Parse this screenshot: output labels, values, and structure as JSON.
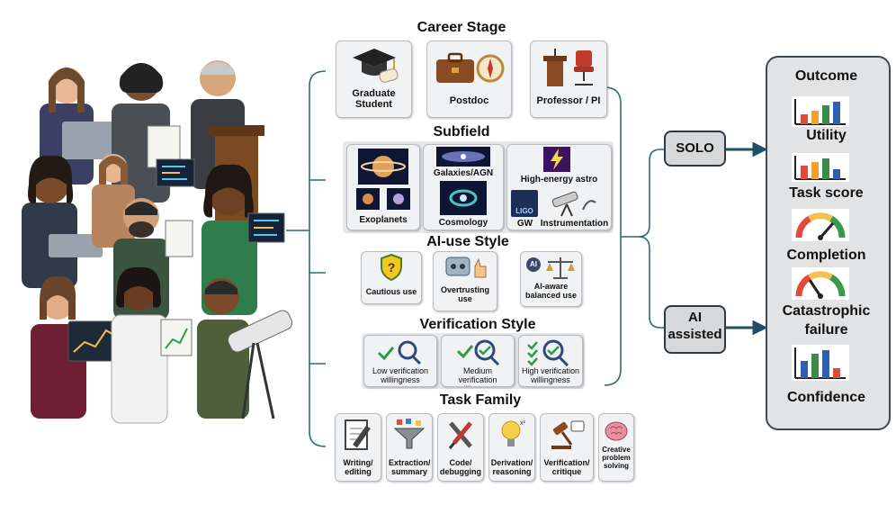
{
  "center": {
    "career_stage": {
      "heading": "Career Stage",
      "items": [
        "Graduate Student",
        "Postdoc",
        "Professor / PI"
      ]
    },
    "subfield": {
      "heading": "Subfield",
      "items": [
        "Exoplanets",
        "Galaxies/AGN",
        "Cosmology",
        "High-energy astro",
        "GW",
        "Instrumentation"
      ],
      "gw_logo_text": "LIGO"
    },
    "ai_use_style": {
      "heading": "AI-use Style",
      "items": [
        "Cautious use",
        "Overtrusting use",
        "AI-aware balanced use"
      ],
      "ai_badge": "AI"
    },
    "verification_style": {
      "heading": "Verification Style",
      "items": [
        "Low verification willingness",
        "Medium verification willingness",
        "High verification willingness"
      ]
    },
    "task_family": {
      "heading": "Task Family",
      "items": [
        "Writing/ editing",
        "Extraction/ summary",
        "Code/ debugging",
        "Derivation/ reasoning",
        "Verification/ critique",
        "Creative problem solving"
      ]
    }
  },
  "conditions": {
    "solo": "SOLO",
    "ai_assisted": "AI assisted"
  },
  "outcomes": {
    "title": "Outcome",
    "items": [
      "Utility",
      "Task score",
      "Completion",
      "Catastrophic failure",
      "Confidence"
    ]
  },
  "colors": {
    "connector": "#2a6d79",
    "arrow": "#1f4e6b",
    "outcome_border": "#3d4a55",
    "card_bg": "#f1f2f4"
  },
  "icons": [
    "graduation-cap-icon",
    "briefcase-icon",
    "compass-icon",
    "podium-icon",
    "chair-icon",
    "planet-icon",
    "galaxy-icon",
    "lightning-icon",
    "telescope-icon",
    "question-shield-icon",
    "robot-thumbsup-icon",
    "scales-icon",
    "magnifier-check-icon",
    "pencil-paper-icon",
    "funnel-icon",
    "wrench-screwdriver-icon",
    "lightbulb-icon",
    "gavel-icon",
    "brain-icon",
    "bar-chart-icon",
    "gauge-icon",
    "scientists-illustration"
  ]
}
